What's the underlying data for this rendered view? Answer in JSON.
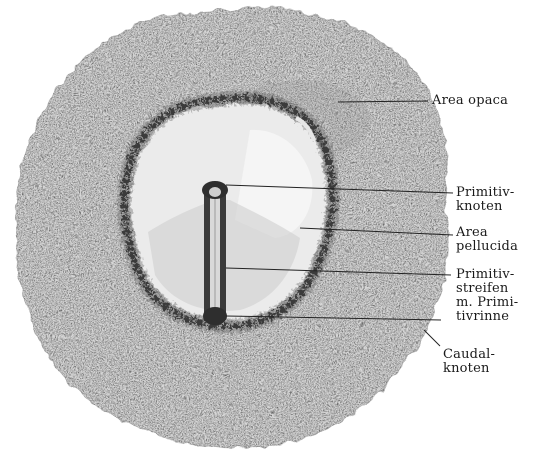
{
  "labels": {
    "area_opaca": "Area opaca",
    "primitivknoten_1": "Primitiv-",
    "primitivknoten_2": "knoten",
    "area_pellucida_1": "Area",
    "area_pellucida_2": "pellucida",
    "primitivstreifen_1": "Primitiv-",
    "primitivstreifen_2": "streifen",
    "primitivstreifen_3": "m. Primi-",
    "primitivstreifen_4": "tivrinne",
    "caudalknoten_1": "Caudal-",
    "caudalknoten_2": "knoten"
  },
  "colors": {
    "area_opaca": "#d8d8d8",
    "area_pellucida": "#ececec",
    "ring": "#2a2a2a",
    "streak": "#3a3a3a",
    "leader_line": "#222222"
  }
}
